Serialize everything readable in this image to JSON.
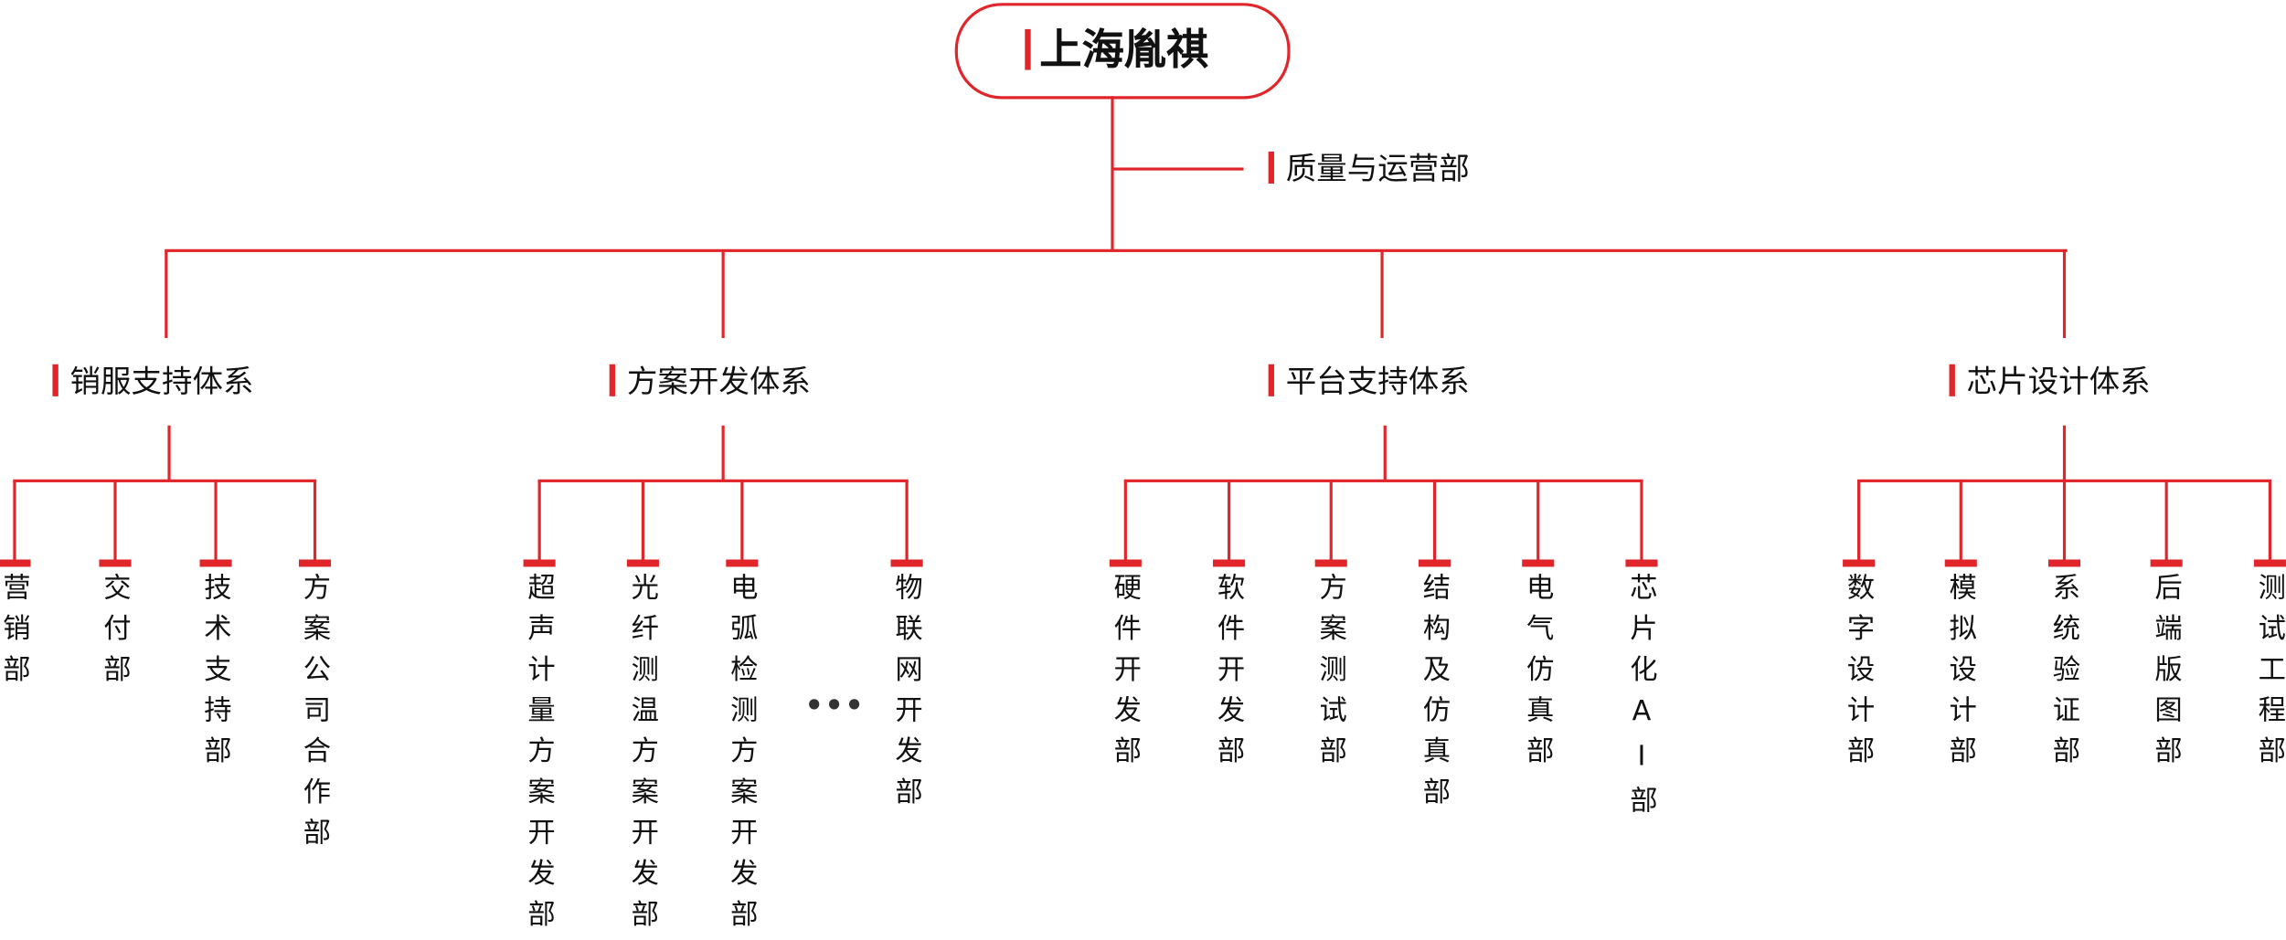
{
  "root": {
    "label": "上海胤祺"
  },
  "staff_dept": {
    "label": "质量与运营部"
  },
  "systems": [
    {
      "label": "销服支持体系",
      "departments": [
        "营销部",
        "交付部",
        "技术支持部",
        "方案公司合作部"
      ]
    },
    {
      "label": "方案开发体系",
      "departments": [
        "超声计量方案开发部",
        "光纤测温方案开发部",
        "电弧检测方案开发部",
        "物联网开发部"
      ],
      "ellipsis": "•••"
    },
    {
      "label": "平台支持体系",
      "departments": [
        "硬件开发部",
        "软件开发部",
        "方案测试部",
        "结构及仿真部",
        "电气仿真部",
        "芯片化AI部"
      ]
    },
    {
      "label": "芯片设计体系",
      "departments": [
        "数字设计部",
        "模拟设计部",
        "系统验证部",
        "后端版图部",
        "测试工程部"
      ]
    }
  ],
  "colors": {
    "accent": "#e0262b",
    "text": "#111111"
  }
}
